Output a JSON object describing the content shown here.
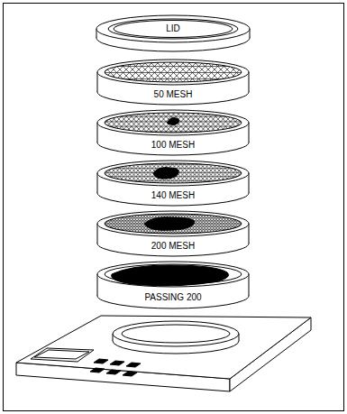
{
  "diagram": {
    "labels": [
      "LID",
      "50 MESH",
      "100 MESH",
      "140 MESH",
      "200 MESH",
      "PASSING 200"
    ]
  }
}
